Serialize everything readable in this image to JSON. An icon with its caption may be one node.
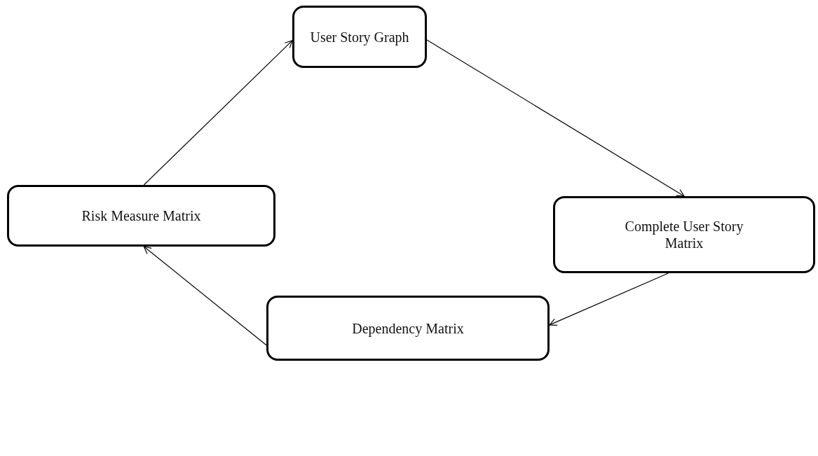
{
  "diagram": {
    "nodes": [
      {
        "text": [
          "User Story Graph"
        ]
      },
      {
        "text": [
          "Complete User Story Matrix"
        ]
      },
      {
        "text": [
          "Dependency Matrix"
        ]
      },
      {
        "text": [
          "Risk Measure Matrix"
        ]
      }
    ],
    "edges": [
      {
        "from": 0,
        "to": 1,
        "arrow": "to"
      },
      {
        "from": 1,
        "to": 2,
        "arrow": "to"
      },
      {
        "from": 2,
        "to": 3,
        "arrow": "to"
      },
      {
        "from": 3,
        "to": 0,
        "arrow": "to"
      }
    ]
  }
}
